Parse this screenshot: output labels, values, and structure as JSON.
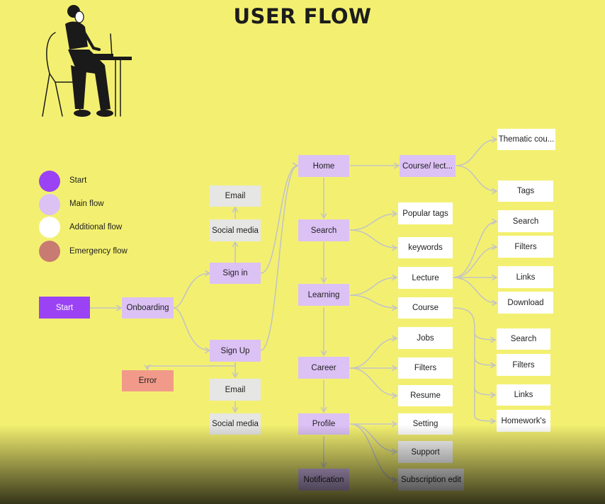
{
  "title": "USER FLOW",
  "legend": {
    "start": {
      "label": "Start",
      "color": "#9b43f4"
    },
    "main": {
      "label": "Main flow",
      "color": "#dcc1f5"
    },
    "additional": {
      "label": "Additional flow",
      "color": "#ffffff"
    },
    "emergency": {
      "label": "Emergency flow",
      "color": "#c77b72"
    }
  },
  "nodes": {
    "start": "Start",
    "onboarding": "Onboarding",
    "sign_in": "Sign in",
    "sign_up": "Sign Up",
    "email_top": "Email",
    "social_top": "Social media",
    "error": "Error",
    "email_bottom": "Email",
    "social_bottom": "Social media",
    "home": "Home",
    "course_lect": "Course/ lect...",
    "thematic": "Thematic cou...",
    "tags": "Tags",
    "search": "Search",
    "popular_tags": "Popular tags",
    "keywords": "keywords",
    "learning": "Learning",
    "lecture": "Lecture",
    "course": "Course",
    "lecture_search": "Search",
    "lecture_filters": "Filters",
    "lecture_links": "Links",
    "lecture_download": "Download",
    "course_search": "Search",
    "course_filters": "Filters",
    "course_links": "Links",
    "course_homework": "Homework's",
    "career": "Career",
    "jobs": "Jobs",
    "career_filters": "Filters",
    "resume": "Resume",
    "profile": "Profile",
    "setting": "Setting",
    "support": "Support",
    "subscription": "Subscription edit",
    "notification": "Notification"
  }
}
